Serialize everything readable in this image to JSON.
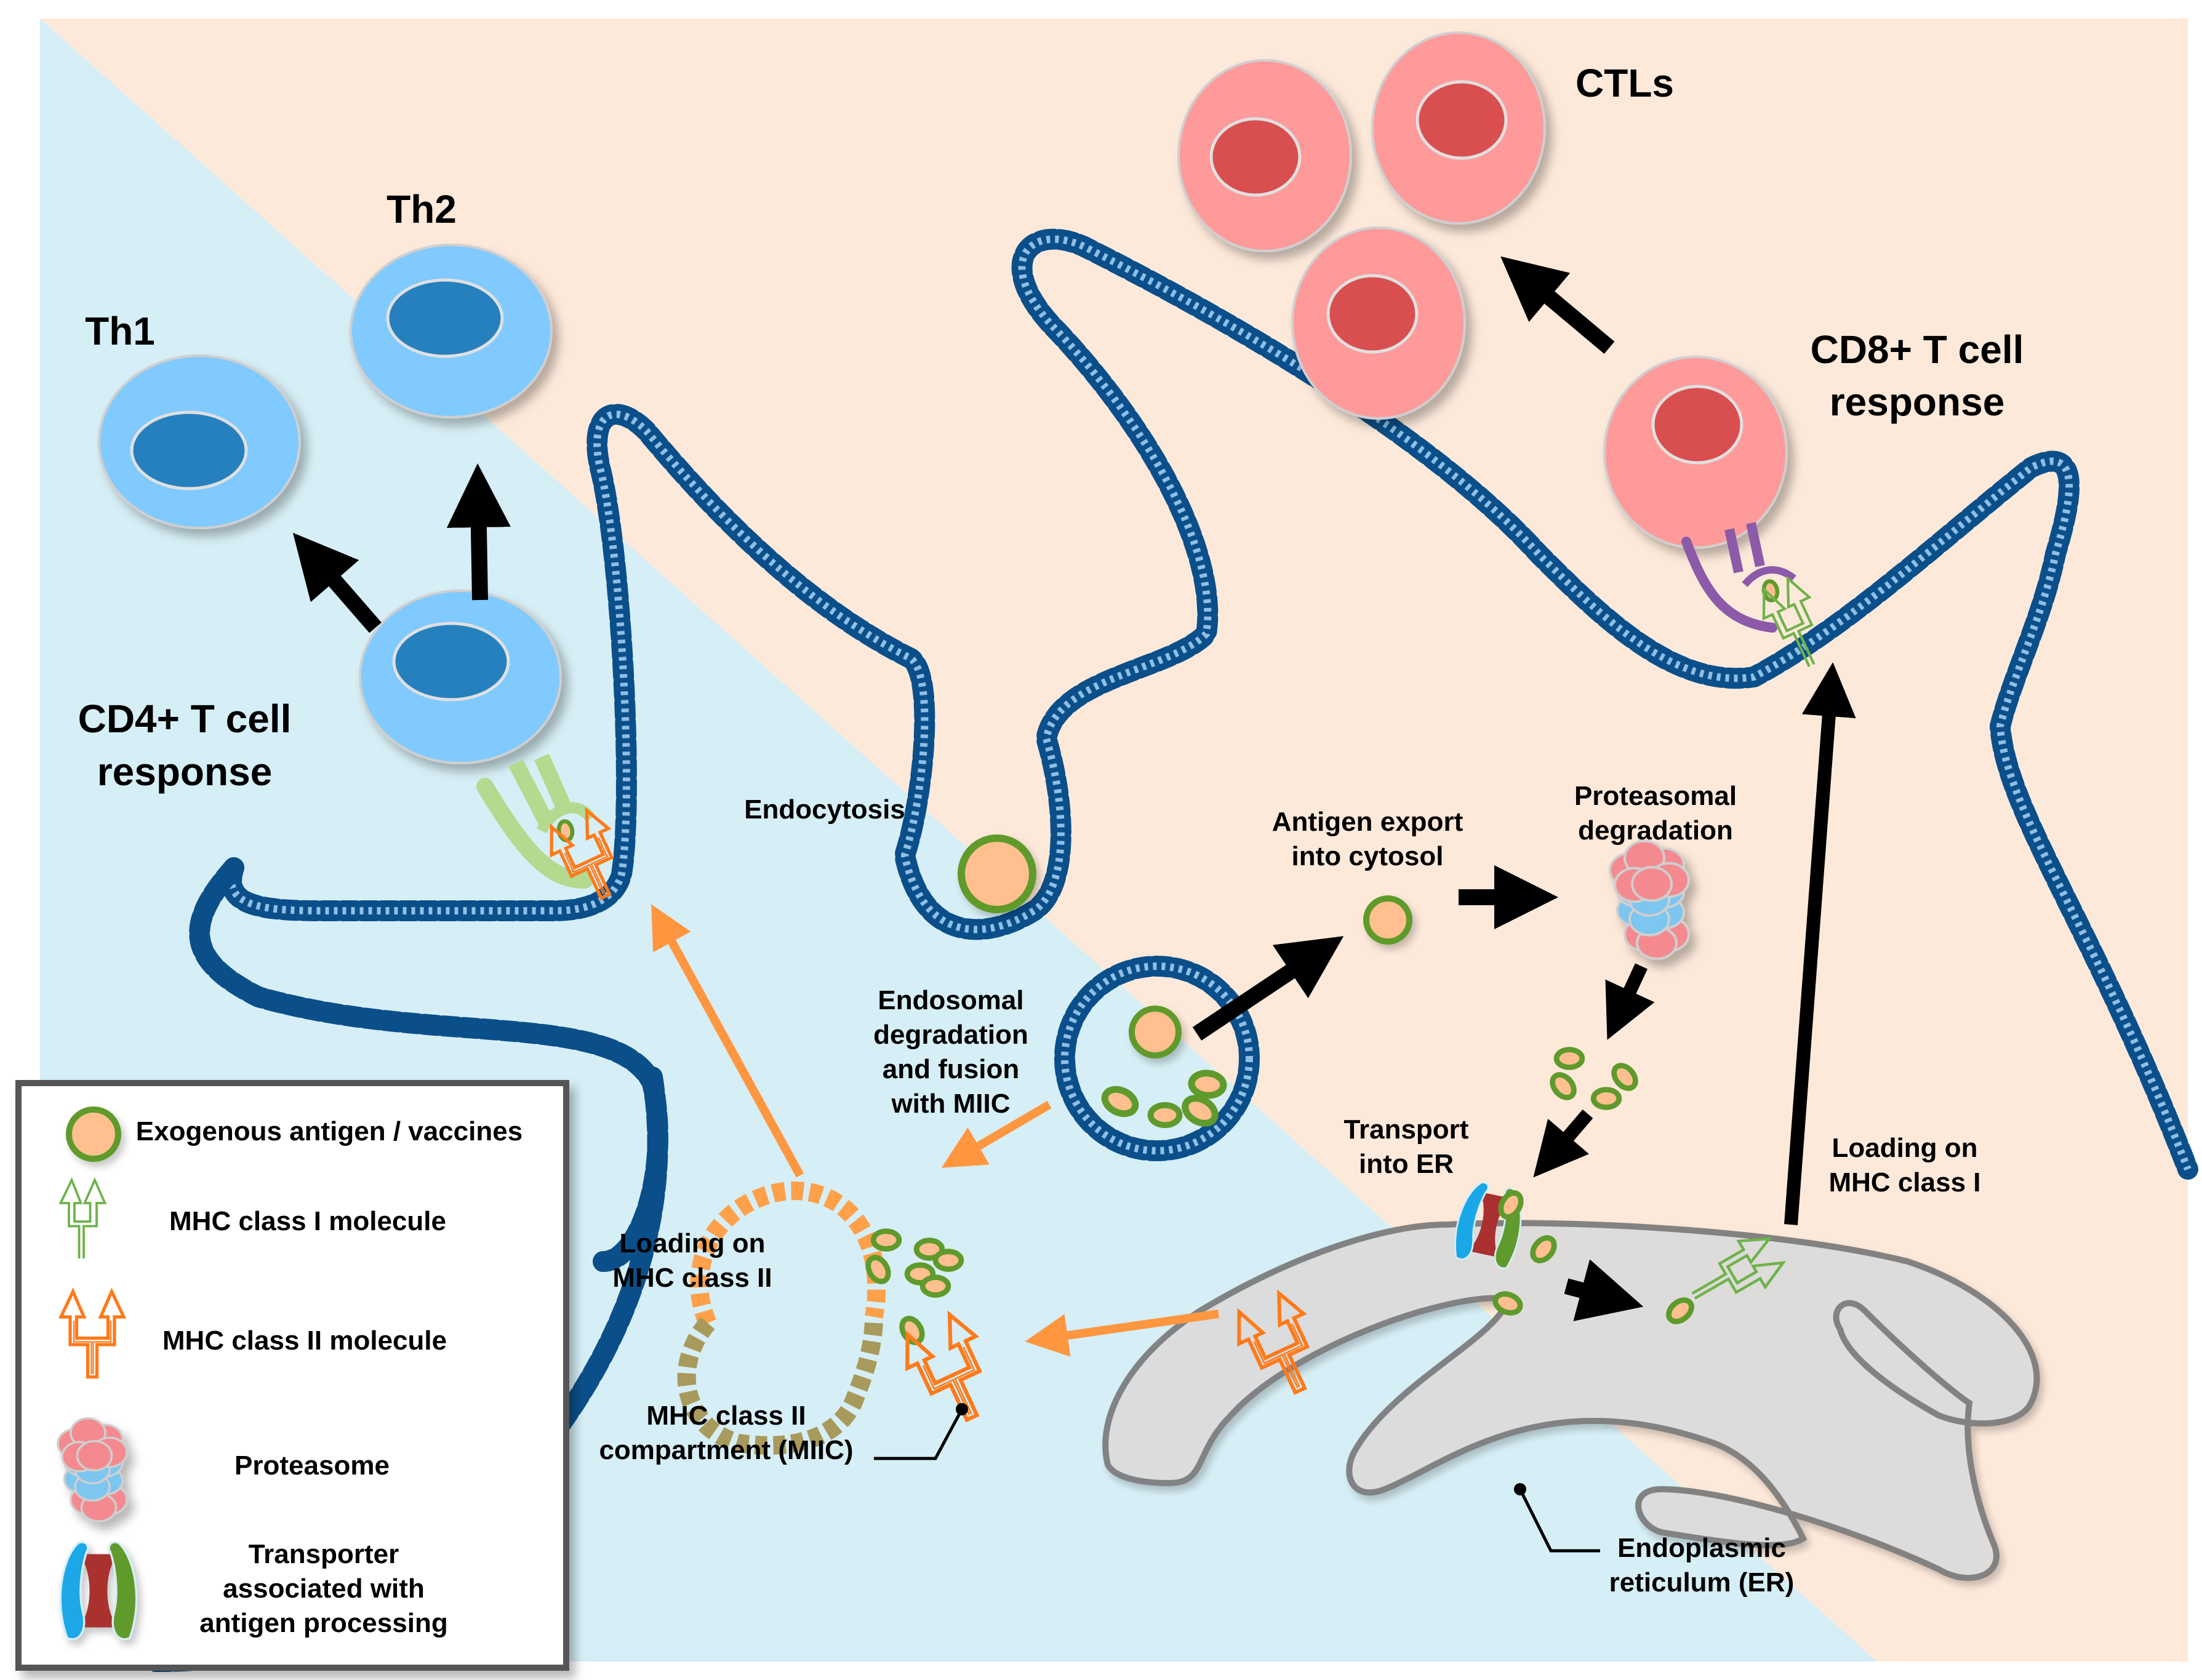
{
  "colors": {
    "cd4_region": "#d6eef5",
    "cd8_region": "#fde9da",
    "membrane": "#0b4f8a",
    "th_cell": "#80caff",
    "th_nucleus": "#2580be",
    "ctl_cell": "#ff9a9a",
    "ctl_nucleus": "#d94f4f",
    "antigen_fill": "#ffbf8e",
    "antigen_ring": "#5f9a2c",
    "mhc1": "#6fb24a",
    "mhc2": "#ff7a1a",
    "orange_arrow": "#ff9640",
    "er": "#dcdcdc",
    "er_stroke": "#7d7d7d",
    "miic_top": "#ffa04a",
    "miic_bottom": "#a89a5c",
    "tcr_cd4": "#b5d98f",
    "tcr_cd8": "#8c5aa8",
    "tap_blue": "#1aa7e8",
    "tap_red": "#a9302f",
    "tap_green": "#5f9a2c"
  },
  "labels": {
    "th1": "Th1",
    "th2": "Th2",
    "cd4_response": [
      "CD4+ T cell",
      "response"
    ],
    "ctls": "CTLs",
    "cd8_response": [
      "CD8+ T cell",
      "response"
    ],
    "endocytosis": "Endocytosis",
    "antigen_export": [
      "Antigen export",
      "into cytosol"
    ],
    "proteasomal_degradation": [
      "Proteasomal",
      "degradation"
    ],
    "endosomal_degradation": [
      "Endosomal",
      "degradation",
      "and fusion",
      "with MIIC"
    ],
    "transport_er": [
      "Transport",
      "into ER"
    ],
    "loading_mhc1": [
      "Loading on",
      "MHC class I"
    ],
    "loading_mhc2": [
      "Loading on",
      "MHC class II"
    ],
    "miic": [
      "MHC class II",
      "compartment (MIIC)"
    ],
    "er": [
      "Endoplasmic",
      "reticulum (ER)"
    ]
  },
  "legend": {
    "items": [
      {
        "icon": "exogenous-antigen-icon",
        "label": [
          "Exogenous antigen / vaccines"
        ]
      },
      {
        "icon": "mhc-class-i-icon",
        "label": [
          "MHC class I molecule"
        ]
      },
      {
        "icon": "mhc-class-ii-icon",
        "label": [
          "MHC class II molecule"
        ]
      },
      {
        "icon": "proteasome-icon",
        "label": [
          "Proteasome"
        ]
      },
      {
        "icon": "tap-transporter-icon",
        "label": [
          "Transporter",
          "associated with",
          "antigen processing"
        ]
      }
    ]
  }
}
